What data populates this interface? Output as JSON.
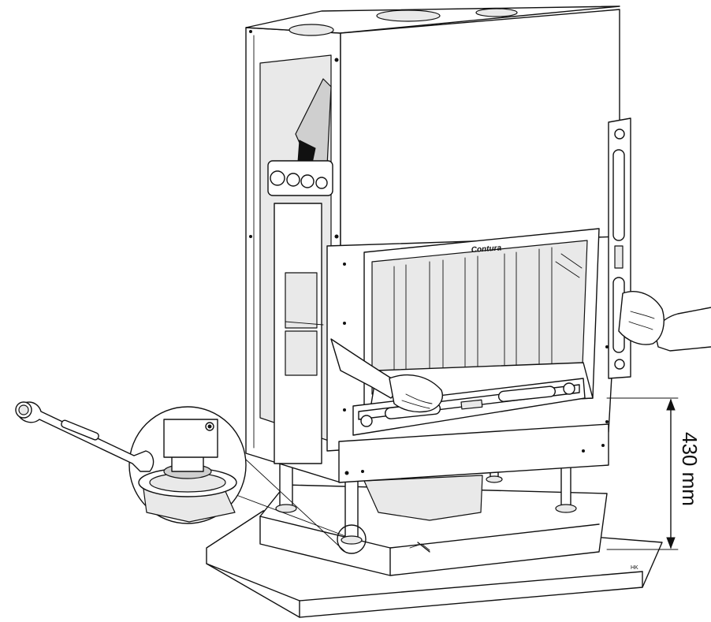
{
  "dimension": {
    "value": "430",
    "unit": "mm",
    "label": "430 mm"
  },
  "brand_label": "Contura",
  "artist_mark": "HK"
}
